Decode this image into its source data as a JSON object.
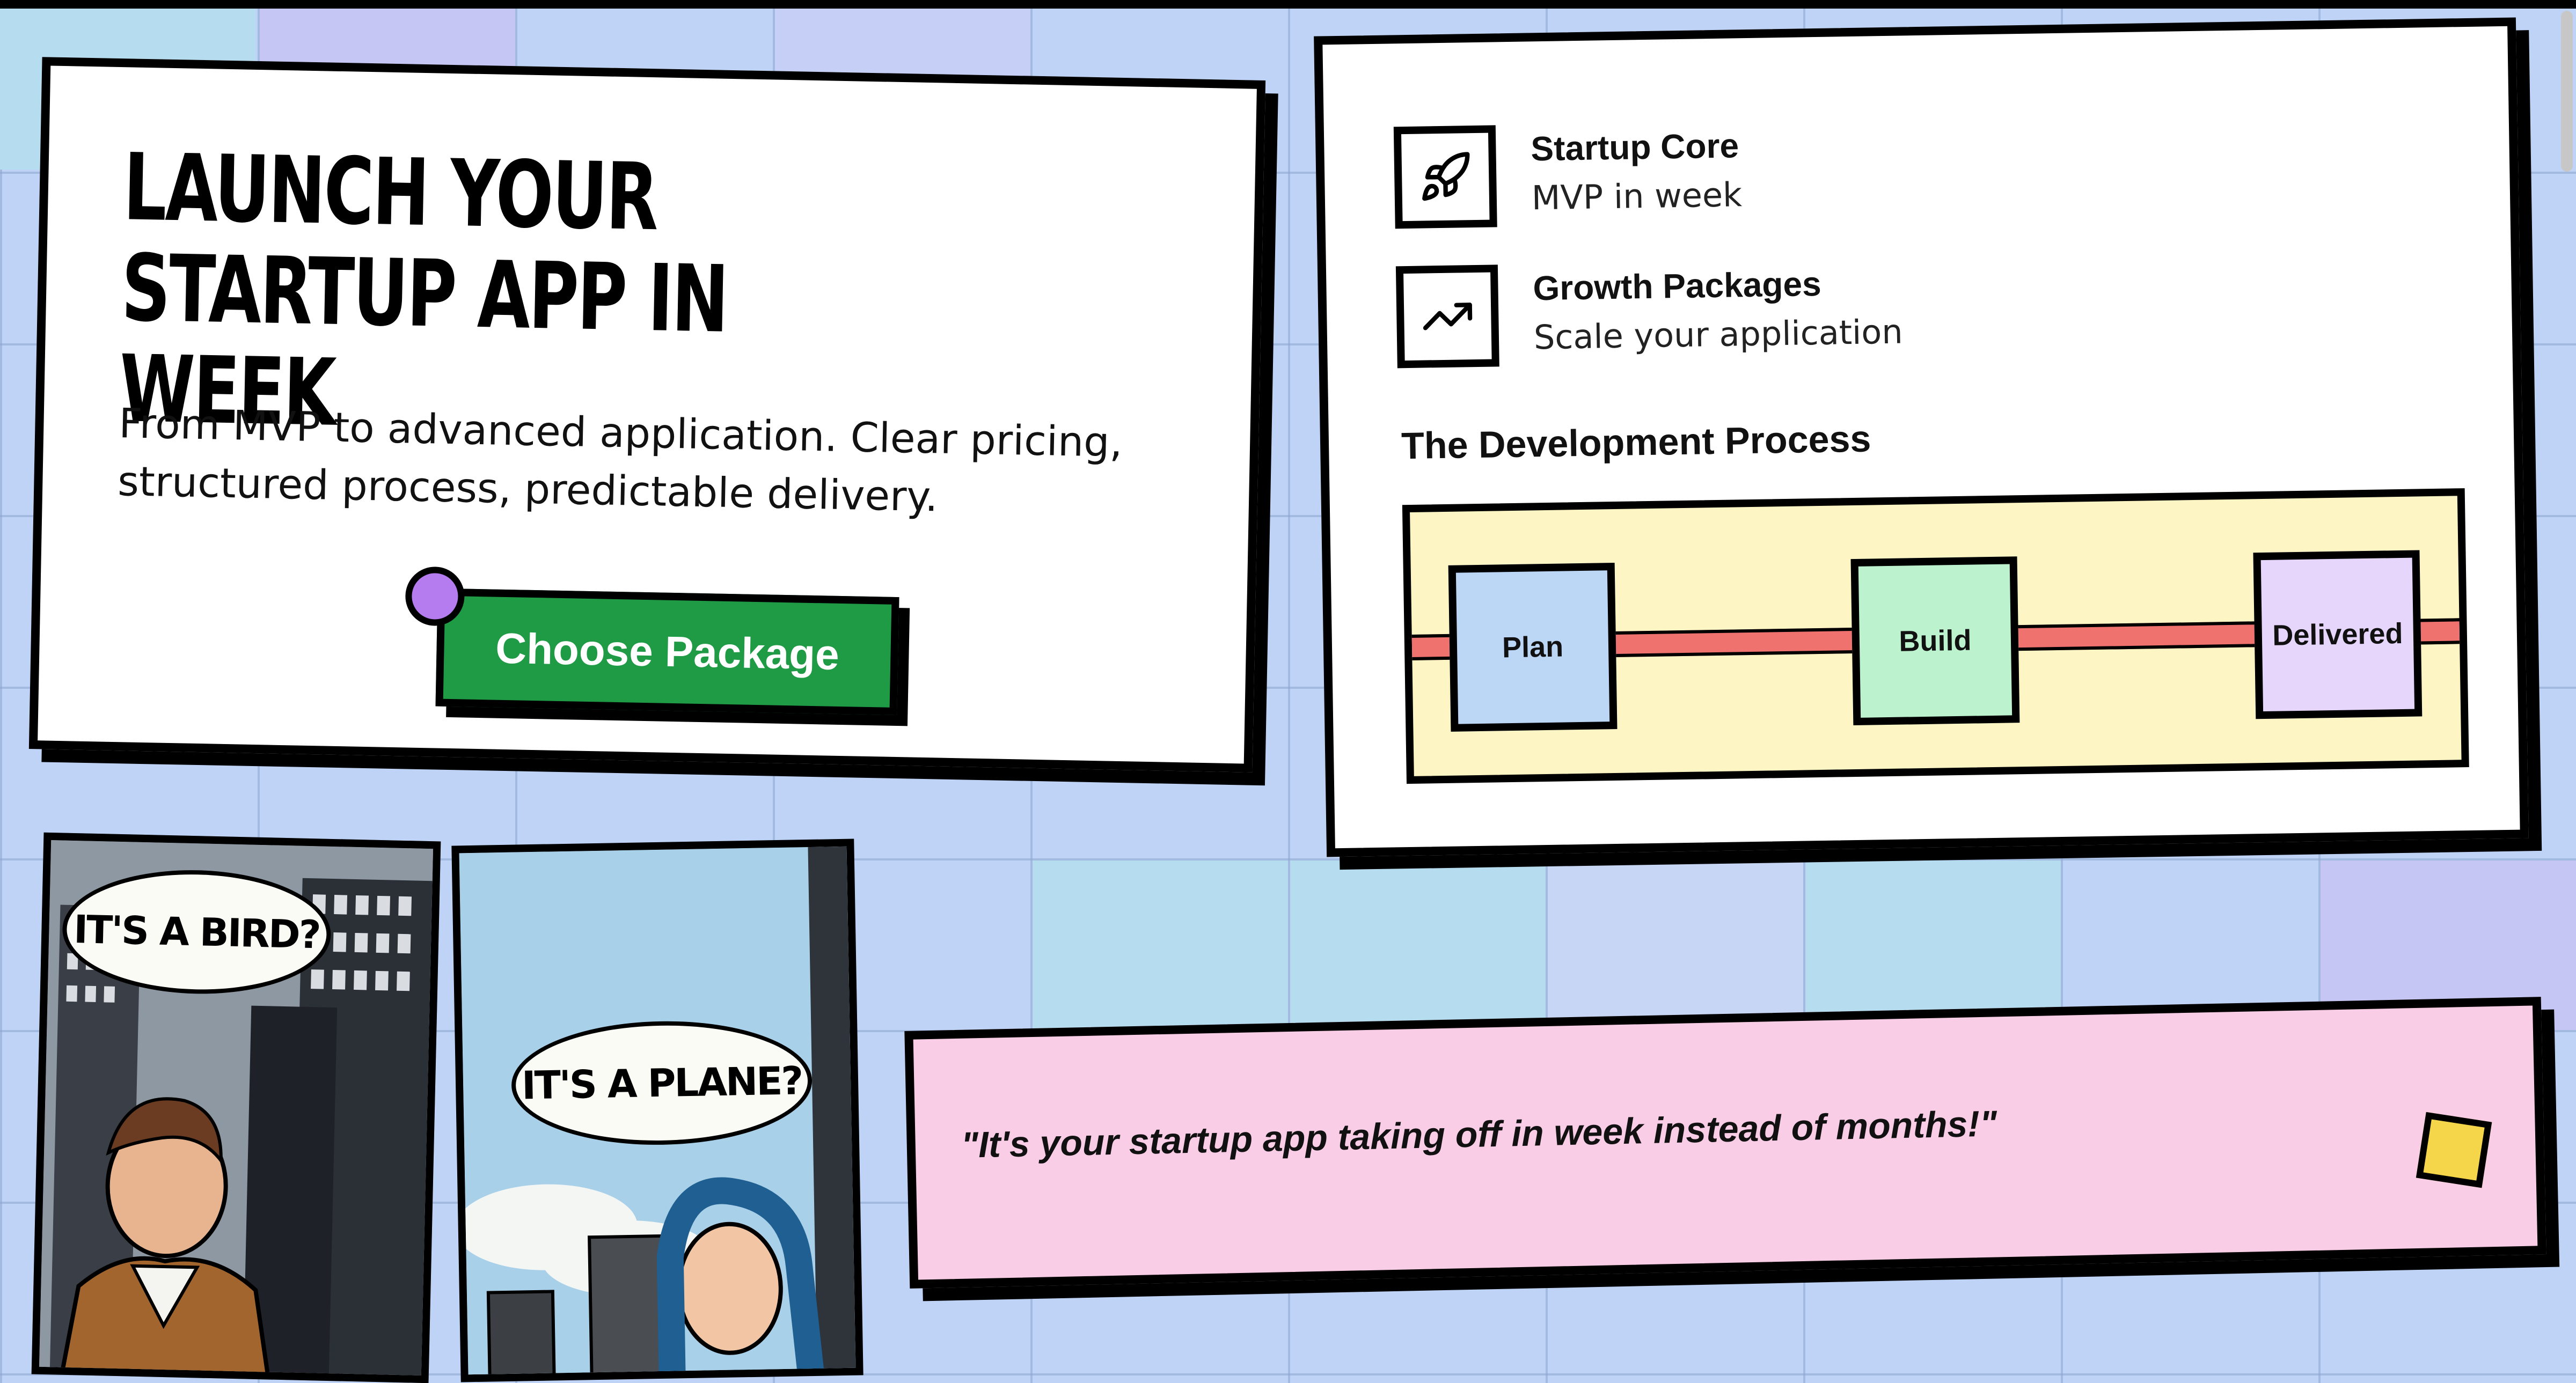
{
  "hero": {
    "title": "LAUNCH YOUR STARTUP APP IN WEEK",
    "subtitle": "From MVP to advanced application. Clear pricing, structured process, predictable delivery.",
    "cta_label": "Choose Package"
  },
  "features": {
    "items": [
      {
        "title": "Startup Core",
        "desc": "MVP in week",
        "icon": "rocket-icon"
      },
      {
        "title": "Growth Packages",
        "desc": "Scale your application",
        "icon": "trending-up-icon"
      }
    ],
    "process_title": "The Development Process",
    "steps": [
      {
        "label": "Plan",
        "color": "#bcd6f6"
      },
      {
        "label": "Build",
        "color": "#bdf2cf"
      },
      {
        "label": "Delivered",
        "color": "#e6d6fb"
      }
    ]
  },
  "quote": {
    "text": "\"It's your startup app taking off in week instead of months!\""
  },
  "comics": {
    "panel1_bubble": "IT'S A BIRD?",
    "panel2_bubble": "IT'S A PLANE?"
  },
  "colors": {
    "background": "#bfd3f6",
    "cta": "#1f9a45",
    "cta_dot": "#b57cf0",
    "process_bg": "#fdf5c4",
    "process_line": "#f0726e",
    "quote_bg": "#f9cde6",
    "quote_square": "#f5d64a"
  }
}
